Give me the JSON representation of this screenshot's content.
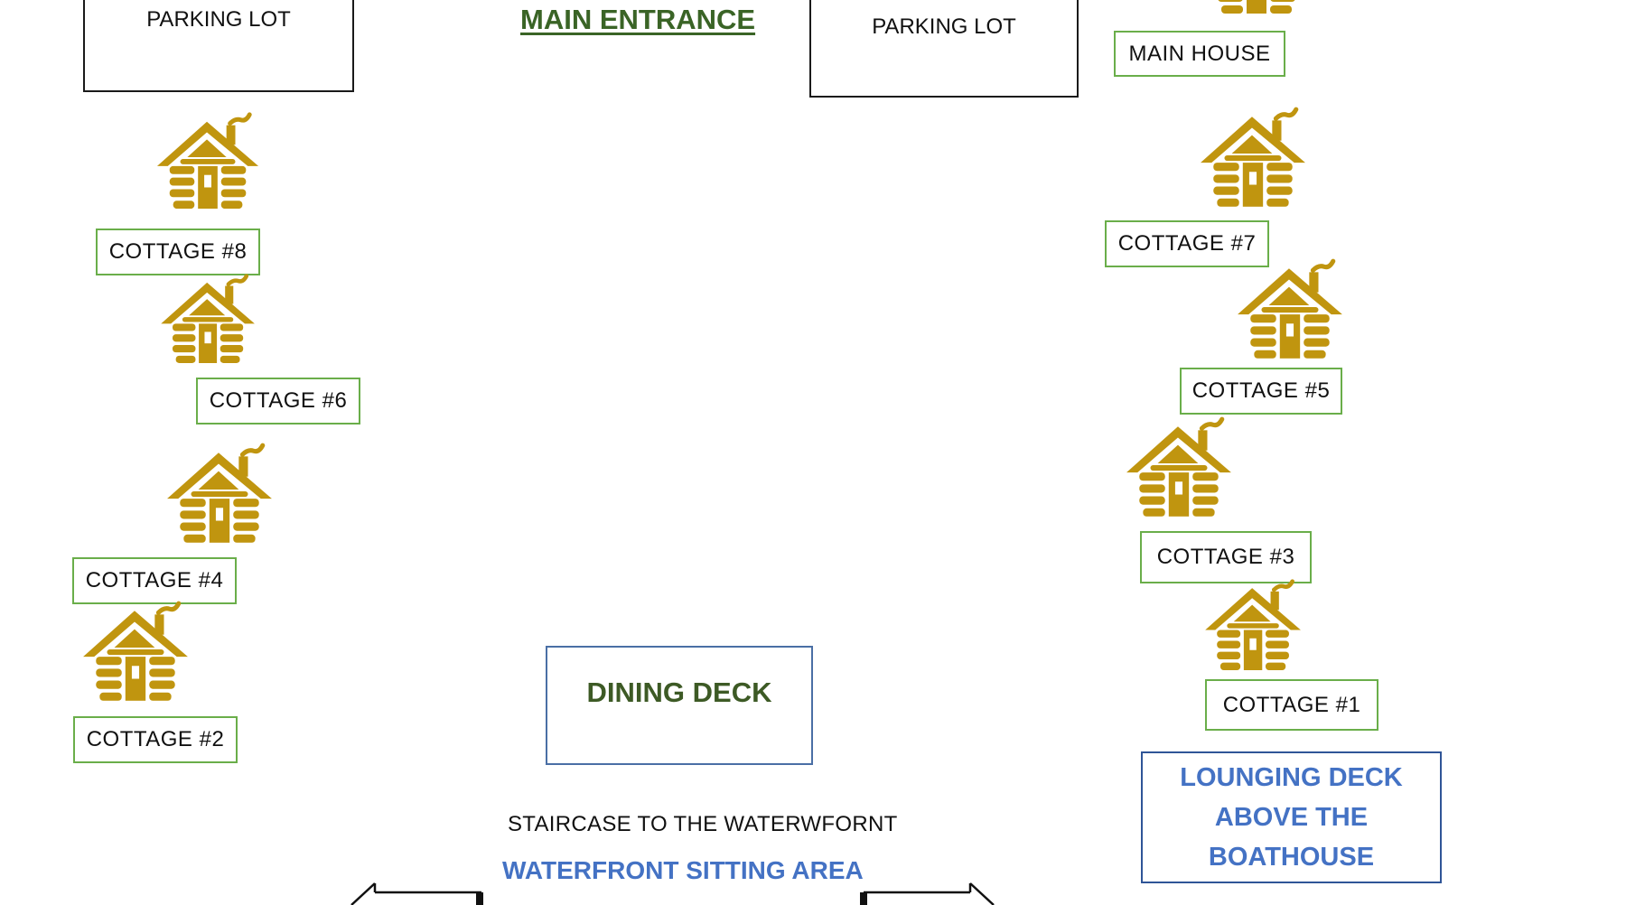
{
  "title": "MAIN ENTRANCE",
  "parking": {
    "left": "PARKING LOT",
    "right": "PARKING LOT"
  },
  "main_house": "MAIN HOUSE",
  "cottages": {
    "c8": "COTTAGE #8",
    "c7": "COTTAGE #7",
    "c6": "COTTAGE #6",
    "c5": "COTTAGE #5",
    "c4": "COTTAGE #4",
    "c3": "COTTAGE #3",
    "c2": "COTTAGE #2",
    "c1": "COTTAGE #1"
  },
  "dining_deck": "DINING DECK",
  "lounging_deck": [
    "LOUNGING DECK",
    "ABOVE THE",
    "BOATHOUSE"
  ],
  "staircase": "STAIRCASE TO THE WATERWFORNT",
  "waterfront": "WATERFRONT SITTING AREA",
  "colors": {
    "cabin": "#c0950f",
    "title_green": "#3a6426",
    "label_border": "#6aae4a",
    "blue_text": "#4472c4"
  }
}
